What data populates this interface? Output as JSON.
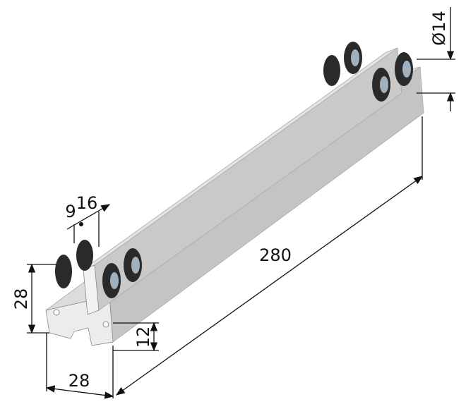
{
  "dimensions": {
    "diameter": "Ø14",
    "wheel_offset_a": "9",
    "wheel_offset_b": "16",
    "height": "28",
    "groove_height": "12",
    "width": "28",
    "length": "280"
  },
  "colors": {
    "rail_top": "#dcdcdc",
    "rail_side": "#bfbfbf",
    "rail_front": "#ececec",
    "wheel": "#2a2a2a",
    "bearing": "#9fb0bf"
  }
}
